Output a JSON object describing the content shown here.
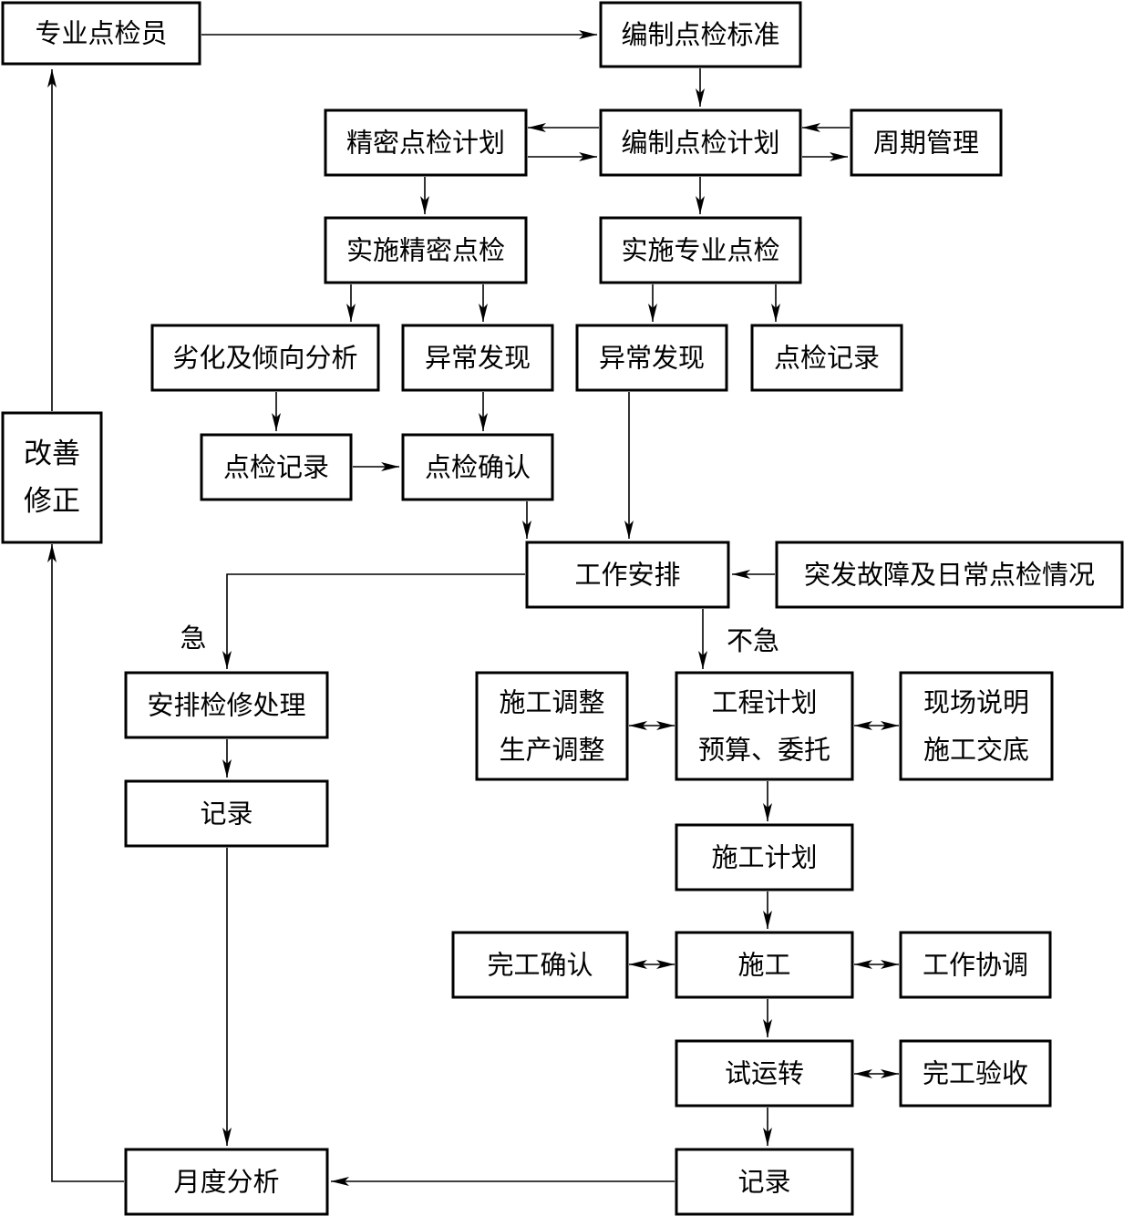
{
  "nodes": [
    {
      "id": "specialist",
      "lines": [
        "专业点检员"
      ]
    },
    {
      "id": "std",
      "lines": [
        "编制点检标准"
      ]
    },
    {
      "id": "precise_plan",
      "lines": [
        "精密点检计划"
      ]
    },
    {
      "id": "plan",
      "lines": [
        "编制点检计划"
      ]
    },
    {
      "id": "cycle",
      "lines": [
        "周期管理"
      ]
    },
    {
      "id": "impl_precise",
      "lines": [
        "实施精密点检"
      ]
    },
    {
      "id": "impl_spec",
      "lines": [
        "实施专业点检"
      ]
    },
    {
      "id": "degrade",
      "lines": [
        "劣化及倾向分析"
      ]
    },
    {
      "id": "abn1",
      "lines": [
        "异常发现"
      ]
    },
    {
      "id": "abn2",
      "lines": [
        "异常发现"
      ]
    },
    {
      "id": "rec_spec",
      "lines": [
        "点检记录"
      ]
    },
    {
      "id": "improve",
      "lines": [
        "改善",
        "修正"
      ]
    },
    {
      "id": "rec_precise",
      "lines": [
        "点检记录"
      ]
    },
    {
      "id": "confirm",
      "lines": [
        "点检确认"
      ]
    },
    {
      "id": "arrange",
      "lines": [
        "工作安排"
      ]
    },
    {
      "id": "sudden",
      "lines": [
        "突发故障及日常点检情况"
      ]
    },
    {
      "id": "repair",
      "lines": [
        "安排检修处理"
      ]
    },
    {
      "id": "adjust",
      "lines": [
        "施工调整",
        "生产调整"
      ]
    },
    {
      "id": "project",
      "lines": [
        "工程计划",
        "预算、委托"
      ]
    },
    {
      "id": "site",
      "lines": [
        "现场说明",
        "施工交底"
      ]
    },
    {
      "id": "rec_urgent",
      "lines": [
        "记录"
      ]
    },
    {
      "id": "const_plan",
      "lines": [
        "施工计划"
      ]
    },
    {
      "id": "done_confirm",
      "lines": [
        "完工确认"
      ]
    },
    {
      "id": "construct",
      "lines": [
        "施工"
      ]
    },
    {
      "id": "coord",
      "lines": [
        "工作协调"
      ]
    },
    {
      "id": "trial",
      "lines": [
        "试运转"
      ]
    },
    {
      "id": "accept",
      "lines": [
        "完工验收"
      ]
    },
    {
      "id": "monthly",
      "lines": [
        "月度分析"
      ]
    },
    {
      "id": "rec_final",
      "lines": [
        "记录"
      ]
    }
  ],
  "edges": [
    {
      "from": "specialist",
      "to": "std"
    },
    {
      "from": "std",
      "to": "plan"
    },
    {
      "from": "plan",
      "to": "precise_plan"
    },
    {
      "from": "precise_plan",
      "to": "plan"
    },
    {
      "from": "cycle",
      "to": "plan"
    },
    {
      "from": "plan",
      "to": "cycle"
    },
    {
      "from": "precise_plan",
      "to": "impl_precise"
    },
    {
      "from": "plan",
      "to": "impl_spec"
    },
    {
      "from": "impl_precise",
      "to": "degrade"
    },
    {
      "from": "impl_precise",
      "to": "abn1"
    },
    {
      "from": "impl_spec",
      "to": "abn2"
    },
    {
      "from": "impl_spec",
      "to": "rec_spec"
    },
    {
      "from": "degrade",
      "to": "rec_precise"
    },
    {
      "from": "abn1",
      "to": "confirm"
    },
    {
      "from": "rec_precise",
      "to": "confirm"
    },
    {
      "from": "confirm",
      "to": "arrange"
    },
    {
      "from": "abn2",
      "to": "arrange"
    },
    {
      "from": "sudden",
      "to": "arrange"
    },
    {
      "from": "arrange",
      "to": "repair",
      "label": "急"
    },
    {
      "from": "arrange",
      "to": "project",
      "label": "不急"
    },
    {
      "from": "project",
      "to": "adjust",
      "bidirectional": true
    },
    {
      "from": "project",
      "to": "site",
      "bidirectional": true
    },
    {
      "from": "repair",
      "to": "rec_urgent"
    },
    {
      "from": "rec_urgent",
      "to": "monthly"
    },
    {
      "from": "project",
      "to": "const_plan"
    },
    {
      "from": "const_plan",
      "to": "construct"
    },
    {
      "from": "construct",
      "to": "done_confirm",
      "bidirectional": true
    },
    {
      "from": "construct",
      "to": "coord",
      "bidirectional": true
    },
    {
      "from": "construct",
      "to": "trial"
    },
    {
      "from": "trial",
      "to": "accept",
      "bidirectional": true
    },
    {
      "from": "trial",
      "to": "rec_final"
    },
    {
      "from": "rec_final",
      "to": "monthly"
    },
    {
      "from": "monthly",
      "to": "improve"
    },
    {
      "from": "improve",
      "to": "specialist"
    }
  ]
}
